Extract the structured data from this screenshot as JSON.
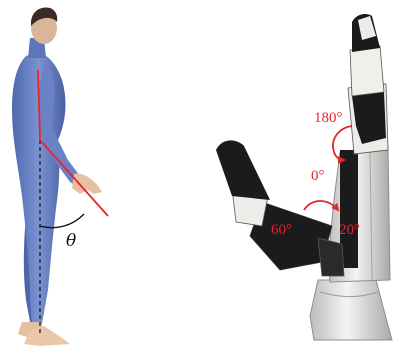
{
  "figure": {
    "theta_label": "θ",
    "angle_labels": {
      "a180": "180°",
      "a0": "0°",
      "a60": "60°",
      "a20": "20°"
    },
    "colors": {
      "annotation_red": "#e8252a",
      "body_blue": "#6f88c9",
      "skin": "#e9c4a3",
      "robot_black": "#1b1b1b",
      "robot_white": "#ececea"
    }
  }
}
